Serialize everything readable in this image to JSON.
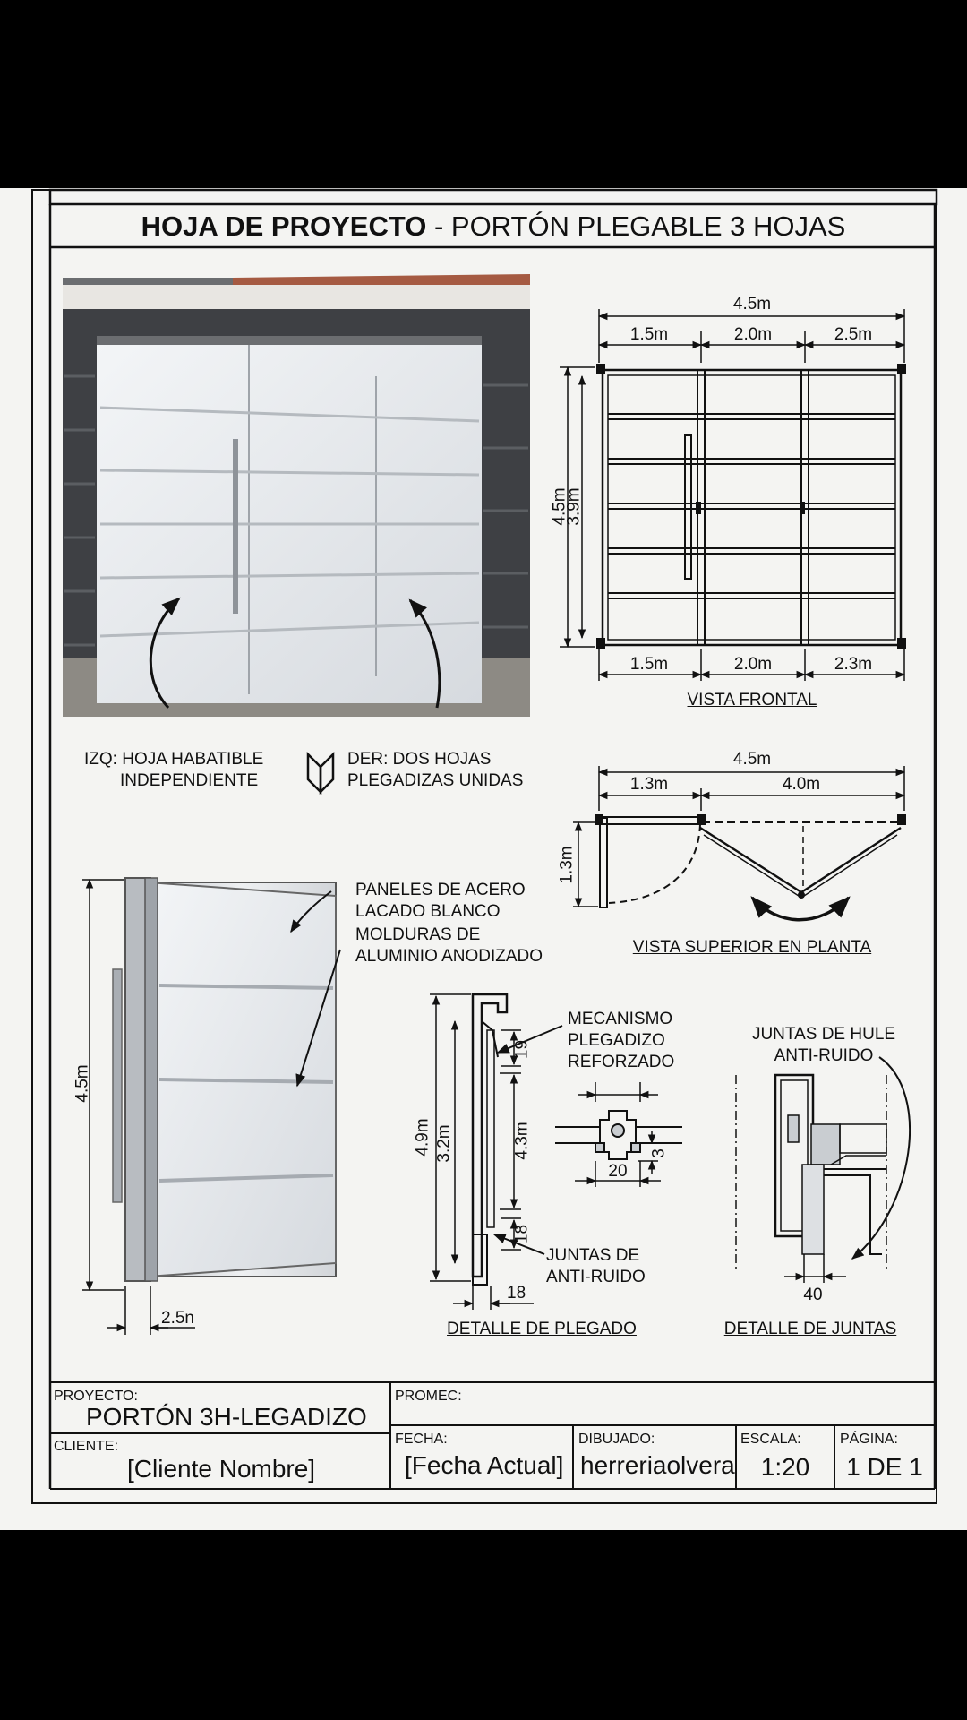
{
  "header": {
    "title_bold": "HOJA DE PROYECTO",
    "title_separator": " - ",
    "title_rest": "PORTÓN PLEGABLE 3 HOJAS"
  },
  "photo_notes": {
    "left_note_line1": "IZQ: HOJA HABATIBLE",
    "left_note_line2": "INDEPENDIENTE",
    "right_note_line1": "DER: DOS HOJAS",
    "right_note_line2": "PLEGADIZAS UNIDAS"
  },
  "front_view": {
    "caption": "VISTA FRONTAL",
    "total_width": "4.5m",
    "top_dims": [
      "1.5m",
      "2.0m",
      "2.5m"
    ],
    "bottom_dims": [
      "1.5m",
      "2.0m",
      "2.3m"
    ],
    "height_outer": "4.5m",
    "height_inner": "3.9m"
  },
  "top_view": {
    "caption": "VISTA SUPERIOR EN PLANTA",
    "total_width": "4.5m",
    "left_dim": "1.3m",
    "right_dim": "4.0m",
    "depth_dim": "1.3m"
  },
  "panel_view": {
    "note1_line1": "PANELES DE ACERO",
    "note1_line2": "LACADO BLANCO",
    "note2_line1": "MOLDURAS DE",
    "note2_line2": "ALUMINIO ANODIZADO",
    "height_dim": "4.5m",
    "width_dim": "2.5n"
  },
  "fold_detail": {
    "caption": "DETALLE DE PLEGADO",
    "mech_line1": "MECANISMO",
    "mech_line2": "PLEGADIZO",
    "mech_line3": "REFORZADO",
    "joint_line1": "JUNTAS DE",
    "joint_line2": "ANTI-RUIDO",
    "dim_outer": "4.9m",
    "dim_inner": "3.2m",
    "dim_right": "4.3m",
    "dim_top": "19",
    "dim_bottom_side": "18",
    "dim_bottom": "18",
    "hinge_width": "20",
    "hinge_side": "3"
  },
  "joint_detail": {
    "caption": "DETALLE DE JUNTAS",
    "note_line1": "JUNTAS DE HULE",
    "note_line2": "ANTI-RUIDO",
    "dim": "40"
  },
  "title_block": {
    "proyecto_label": "PROYECTO:",
    "proyecto_value": "PORTÓN 3H-LEGADIZO",
    "promec_label": "PROMEC:",
    "cliente_label": "CLIENTE:",
    "cliente_value": "[Cliente Nombre]",
    "fecha_label": "FECHA:",
    "fecha_value": "[Fecha Actual]",
    "dibujado_label": "DIBUJADO:",
    "dibujado_value": "herreriaolvera",
    "escala_label": "ESCALA:",
    "escala_value": "1:20",
    "pagina_label": "PÁGINA:",
    "pagina_value": "1 DE 1"
  },
  "colors": {
    "background": "#000000",
    "paper": "#f4f4f2",
    "line": "#111111",
    "panel": "#e6e9ec",
    "stone": "#3e4044",
    "roof": "#a55a42"
  }
}
